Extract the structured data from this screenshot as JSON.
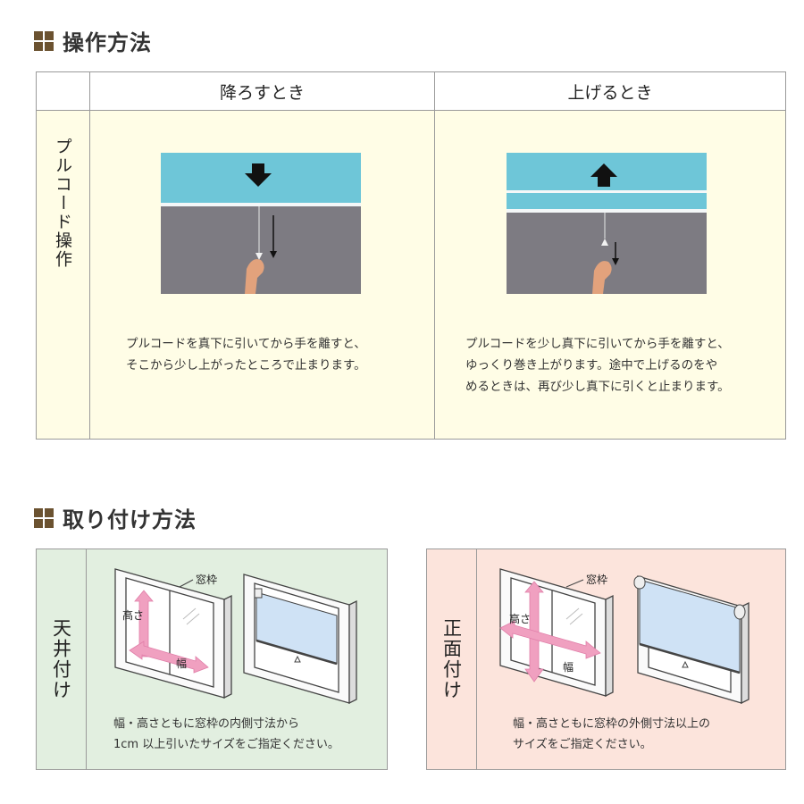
{
  "operation": {
    "title": "操作方法",
    "header_col1": "降ろすとき",
    "header_col2": "上げるとき",
    "row_label": "プルコード操作",
    "lower_desc": [
      "プルコードを真下に引いてから手を離すと、",
      "そこから少し上がったところで止まります。"
    ],
    "raise_desc": [
      "プルコードを少し真下に引いてから手を離すと、",
      "ゆっくり巻き上がります。途中で上げるのをや",
      "めるときは、再び少し真下に引くと止まります。"
    ]
  },
  "mounting": {
    "title": "取り付け方法",
    "ceiling": {
      "label": "天井付け",
      "frame_label": "窓枠",
      "height_label": "高さ",
      "width_label": "幅",
      "desc": [
        "幅・高さともに窓枠の内側寸法から",
        "1cm 以上引いたサイズをご指定ください。"
      ]
    },
    "front": {
      "label": "正面付け",
      "frame_label": "窓枠",
      "height_label": "高さ",
      "width_label": "幅",
      "desc": [
        "幅・高さともに窓枠の外側寸法以上の",
        "サイズをご指定ください。"
      ]
    }
  },
  "colors": {
    "accent_brown": "#6b5230",
    "cream": "#fffde6",
    "mint": "#e2efe0",
    "peach": "#fce4dc",
    "shade_blue": "#6ec6d8",
    "wall_grey": "#7d7b82",
    "arrow_pink": "#f0a0c0"
  }
}
